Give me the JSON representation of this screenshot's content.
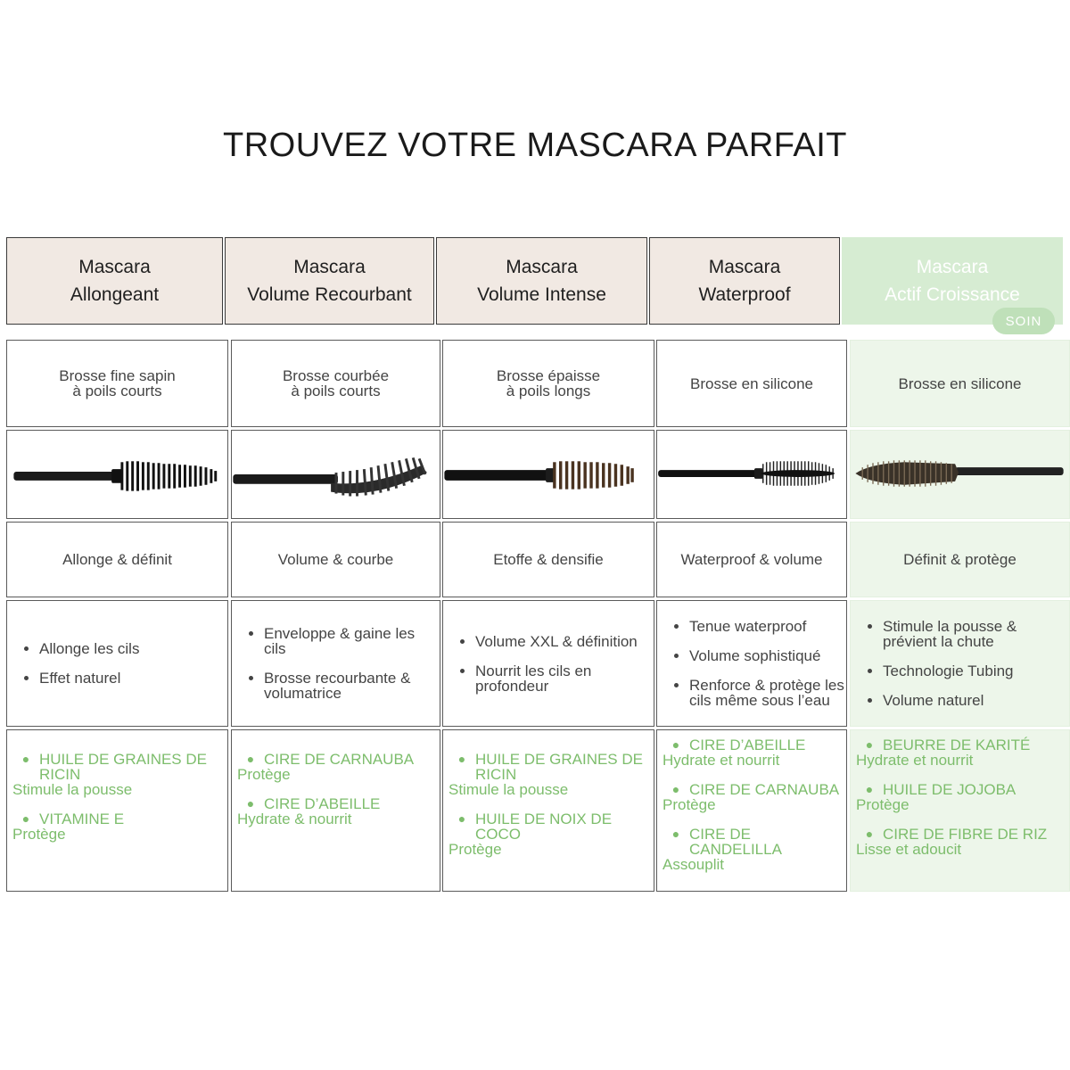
{
  "title": "TROUVEZ VOTRE MASCARA PARFAIT",
  "badge": "SOIN",
  "colors": {
    "header_beige": "#f1e9e3",
    "header_green": "#d6ecd2",
    "cell_green": "#edf6ea",
    "ingredient_green": "#7dbd6c",
    "border": "#5a5a5a"
  },
  "products": [
    {
      "name_line1": "Mascara",
      "name_line2": "Allongeant",
      "brush_line1": "Brosse fine sapin",
      "brush_line2": "à poils courts",
      "brush_image": "black-fir-brush",
      "effect": "Allonge & définit",
      "benefits": [
        "Allonge les cils",
        "Effet naturel"
      ],
      "ingredients": [
        {
          "name": "HUILE DE GRAINES DE RICIN",
          "desc": "Stimule la pousse"
        },
        {
          "name": "VITAMINE E",
          "desc": "Protège"
        }
      ]
    },
    {
      "name_line1": "Mascara",
      "name_line2": "Volume Recourbant",
      "brush_line1": "Brosse courbée",
      "brush_line2": "à poils courts",
      "brush_image": "curved-black-brush",
      "effect": "Volume & courbe",
      "benefits": [
        "Enveloppe & gaine les cils",
        "Brosse recourbante & volumatrice"
      ],
      "ingredients": [
        {
          "name": "CIRE DE CARNAUBA",
          "desc": "Protège"
        },
        {
          "name": "CIRE D’ABEILLE",
          "desc": "Hydrate & nourrit"
        }
      ]
    },
    {
      "name_line1": "Mascara",
      "name_line2": "Volume Intense",
      "brush_line1": "Brosse épaisse",
      "brush_line2": "à poils longs",
      "brush_image": "thick-brown-brush",
      "effect": "Etoffe & densifie",
      "benefits": [
        "Volume XXL & définition",
        "Nourrit les cils en profondeur"
      ],
      "ingredients": [
        {
          "name": "HUILE DE GRAINES DE RICIN",
          "desc": "Stimule la pousse"
        },
        {
          "name": "HUILE DE NOIX DE COCO",
          "desc": "Protège"
        }
      ]
    },
    {
      "name_line1": "Mascara",
      "name_line2": "Waterproof",
      "brush_line1": "Brosse en silicone",
      "brush_line2": "",
      "brush_image": "silicone-black-brush",
      "effect": "Waterproof & volume",
      "benefits": [
        "Tenue waterproof",
        "Volume sophistiqué",
        "Renforce & protège les cils même sous l’eau"
      ],
      "ingredients": [
        {
          "name": "CIRE D’ABEILLE",
          "desc": "Hydrate et nourrit"
        },
        {
          "name": "CIRE DE CARNAUBA",
          "desc": "Protège"
        },
        {
          "name": "CIRE DE CANDELILLA",
          "desc": "Assouplit"
        }
      ]
    },
    {
      "name_line1": "Mascara",
      "name_line2": "Actif Croissance",
      "brush_line1": "Brosse en silicone",
      "brush_line2": "",
      "brush_image": "silicone-brown-brush",
      "effect": "Définit & protège",
      "benefits": [
        "Stimule la pousse & prévient la chute",
        "Technologie Tubing",
        "Volume naturel"
      ],
      "ingredients": [
        {
          "name": "BEURRE DE KARITÉ",
          "desc": "Hydrate et nourrit"
        },
        {
          "name": "HUILE DE JOJOBA",
          "desc": "Protège"
        },
        {
          "name": "CIRE DE FIBRE DE RIZ",
          "desc": "Lisse et adoucit"
        }
      ]
    }
  ]
}
